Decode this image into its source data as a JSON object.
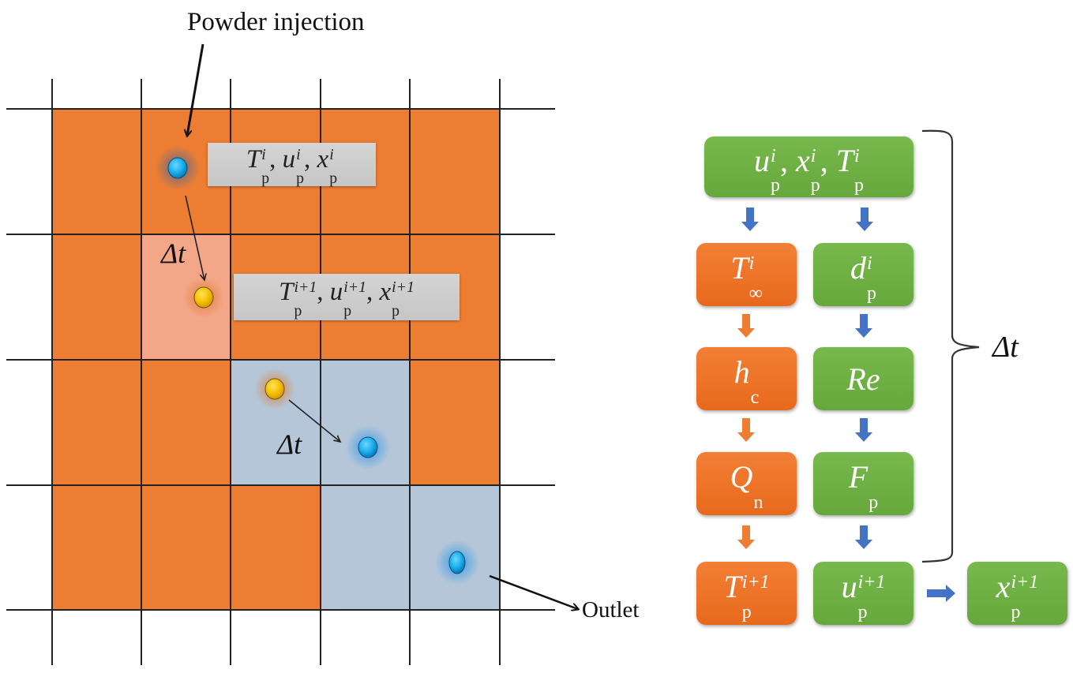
{
  "left_panel": {
    "title_label": "Powder injection",
    "outlet_label": "Outlet",
    "dt_label_1": "Δt",
    "dt_label_2": "Δt",
    "state_box_1": {
      "terms": [
        {
          "base": "T",
          "sup": "i",
          "sub": "p"
        },
        {
          "base": "u",
          "sup": "i",
          "sub": "p"
        },
        {
          "base": "x",
          "sup": "i",
          "sub": "p"
        }
      ],
      "separator": ", "
    },
    "state_box_2": {
      "terms": [
        {
          "base": "T",
          "sup": "i+1",
          "sub": "p"
        },
        {
          "base": "u",
          "sup": "i+1",
          "sub": "p"
        },
        {
          "base": "x",
          "sup": "i+1",
          "sub": "p"
        }
      ],
      "separator": ", "
    },
    "grid": {
      "columns": 5,
      "rows": 4,
      "cell_states": [
        [
          "hot",
          "hot",
          "hot",
          "hot",
          "hot"
        ],
        [
          "hot",
          "heated",
          "hot",
          "hot",
          "hot"
        ],
        [
          "hot",
          "hot",
          "cool",
          "cool",
          "hot"
        ],
        [
          "hot",
          "hot",
          "hot",
          "cool",
          "cool"
        ]
      ]
    },
    "particles": [
      {
        "name": "particle-injected",
        "color": "blue"
      },
      {
        "name": "particle-heated-1",
        "color": "yellow"
      },
      {
        "name": "particle-heated-2",
        "color": "yellow"
      },
      {
        "name": "particle-cooled-1",
        "color": "blue"
      },
      {
        "name": "particle-outlet",
        "color": "blue"
      }
    ]
  },
  "flowchart": {
    "top_box": {
      "terms": [
        {
          "base": "u",
          "sup": "i",
          "sub": "p"
        },
        {
          "base": "x",
          "sup": "i",
          "sub": "p"
        },
        {
          "base": "T",
          "sup": "i",
          "sub": "p"
        }
      ]
    },
    "left_column": [
      {
        "base": "T",
        "sup": "i",
        "sub": "∞"
      },
      {
        "base": "h",
        "sup": "",
        "sub": "c"
      },
      {
        "base": "Q",
        "sup": "",
        "sub": "n"
      },
      {
        "base": "T",
        "sup": "i+1",
        "sub": "p"
      }
    ],
    "right_column": [
      {
        "base": "d",
        "sup": "i",
        "sub": "p"
      },
      {
        "base": "Re",
        "sup": "",
        "sub": ""
      },
      {
        "base": "F",
        "sup": "",
        "sub": "p"
      },
      {
        "base": "u",
        "sup": "i+1",
        "sub": "p"
      }
    ],
    "output_box": {
      "base": "x",
      "sup": "i+1",
      "sub": "p"
    },
    "brace_label": "Δt"
  },
  "colors": {
    "hot_cell": "#ec7d32",
    "heated_cell": "#f3a688",
    "cool_cell": "#b4c6d8",
    "grid_line": "#222222",
    "label_box": "#cccccc",
    "flow_orange": "#ef7a30",
    "flow_green": "#6fb244",
    "arrow_blue": "#4472c4",
    "arrow_orange": "#ed7d31",
    "particle_blue": "#1fb2ec",
    "particle_yellow": "#f8c300"
  }
}
